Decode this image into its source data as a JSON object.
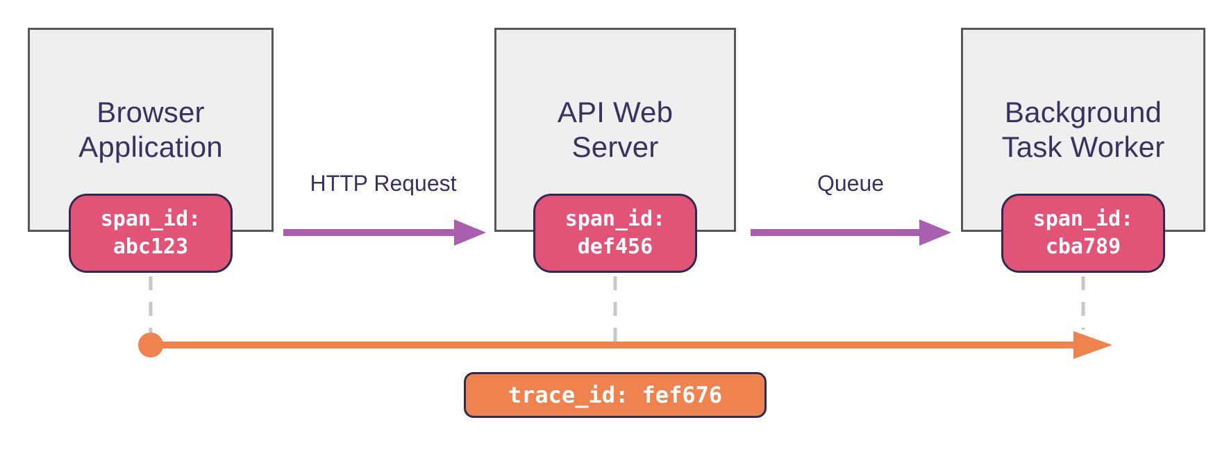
{
  "colors": {
    "node_fill": "#efefef",
    "node_border": "#58585a",
    "text_navy": "#3a3160",
    "badge_pink": "#e25378",
    "badge_border_navy": "#2f2a52",
    "arrow_purple": "#a95fae",
    "trace_orange": "#ee8350",
    "dash_gray": "#c7c7c7",
    "text_white": "#ffffff"
  },
  "nodes": [
    {
      "title": "Browser Application",
      "span_label": "span_id:",
      "span_value": "abc123"
    },
    {
      "title": "API Web Server",
      "span_label": "span_id:",
      "span_value": "def456"
    },
    {
      "title": "Background Task Worker",
      "span_label": "span_id:",
      "span_value": "cba789"
    }
  ],
  "edges": [
    {
      "label": "HTTP Request"
    },
    {
      "label": "Queue"
    }
  ],
  "trace": {
    "label": "trace_id: fef676"
  }
}
